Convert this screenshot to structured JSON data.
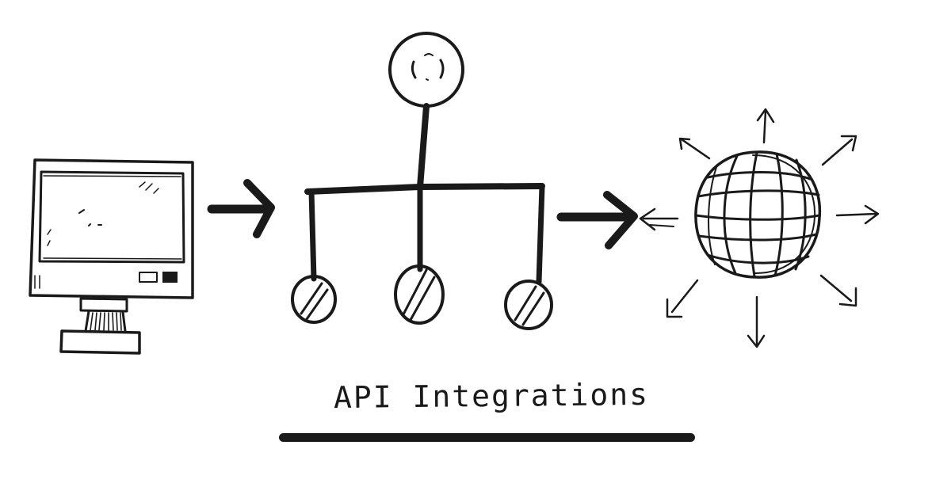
{
  "diagram": {
    "caption": "API Integrations",
    "ink_color": "#1a1a1a",
    "background_color": "#ffffff",
    "nodes": [
      {
        "id": "client",
        "icon": "computer-monitor-icon"
      },
      {
        "id": "api",
        "icon": "hierarchy-tree-icon"
      },
      {
        "id": "web",
        "icon": "globe-icon"
      }
    ],
    "edges": [
      {
        "from": "client",
        "to": "api",
        "icon": "arrow-right-icon"
      },
      {
        "from": "api",
        "to": "web",
        "icon": "arrow-right-icon"
      }
    ]
  }
}
